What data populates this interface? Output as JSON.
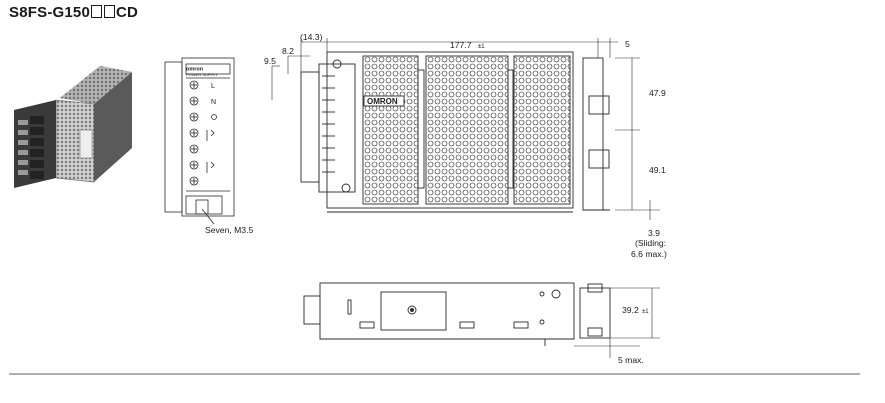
{
  "title": {
    "prefix": "S8FS-G150",
    "suffix": "CD"
  },
  "callouts": {
    "terminals": "Seven, M3.5",
    "dim_14_3": "(14.3)",
    "dim_8_2": "8.2",
    "dim_9_5": "9.5",
    "dim_177_7": "177.7",
    "tol_177_7": "±1",
    "dim_5": "5",
    "dim_47_9": "47.9",
    "dim_49_1": "49.1",
    "dim_3_9": "3.9",
    "sliding_1": "(Sliding:",
    "sliding_2": "6.6 max.)",
    "dim_39_2": "39.2",
    "tol_39_2": "±1",
    "dim_5max": "5 max."
  },
  "front_labels": {
    "brand": "omron",
    "product": "POWER SUPPLY",
    "L": "L",
    "N": "N"
  },
  "body_logo": "OMRON",
  "colors": {
    "line": "#2a2a2a",
    "photo_dark": "#3a3a3a",
    "photo_mid": "#8a8a8a",
    "photo_light": "#d4d4d4"
  }
}
